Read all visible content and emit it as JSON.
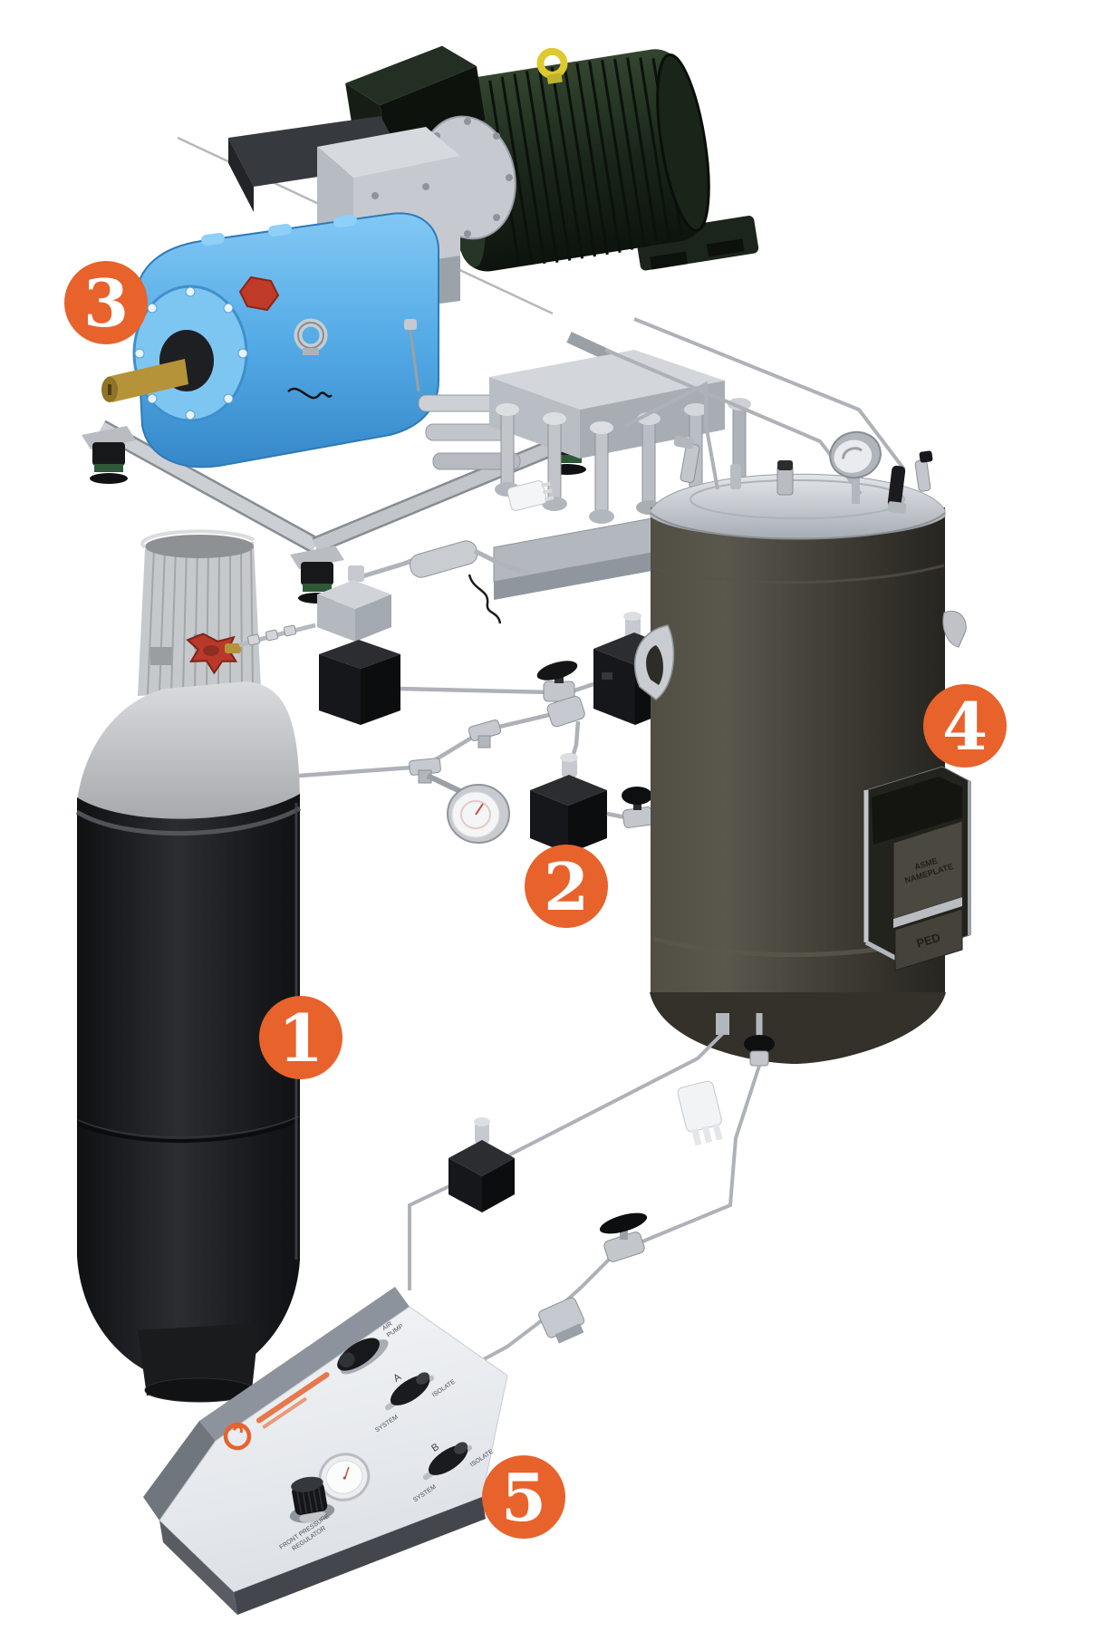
{
  "scene": {
    "background": "#ffffff",
    "accent": "#e8622c",
    "callouts": [
      {
        "number": "1",
        "part": "gas-cylinder"
      },
      {
        "number": "2",
        "part": "valve-train"
      },
      {
        "number": "3",
        "part": "pump-motor-assembly"
      },
      {
        "number": "4",
        "part": "pressure-vessel"
      },
      {
        "number": "5",
        "part": "control-panel"
      }
    ]
  },
  "vessel": {
    "nameplate_line1": "ASME",
    "nameplate_line2": "NAMEPLATE",
    "ped_plate": "PED"
  },
  "panel": {
    "top_switch_labels": [
      "AIR",
      "PUMP"
    ],
    "switch_a_id": "A",
    "switch_b_id": "B",
    "system_label": "SYSTEM",
    "isolate_label": "ISOLATE",
    "regulator_label_line1": "FRONT PRESSURE",
    "regulator_label_line2": "REGULATOR"
  },
  "colors": {
    "pump_blue": "#4da3e0",
    "motor_green": "#1f2d1f",
    "vessel_olive": "#45423a",
    "cylinder_black": "#1a1c1e",
    "panel_gray": "#eef0f3",
    "tube_silver": "#aeb2b8",
    "handwheel_red": "#b8392a"
  }
}
